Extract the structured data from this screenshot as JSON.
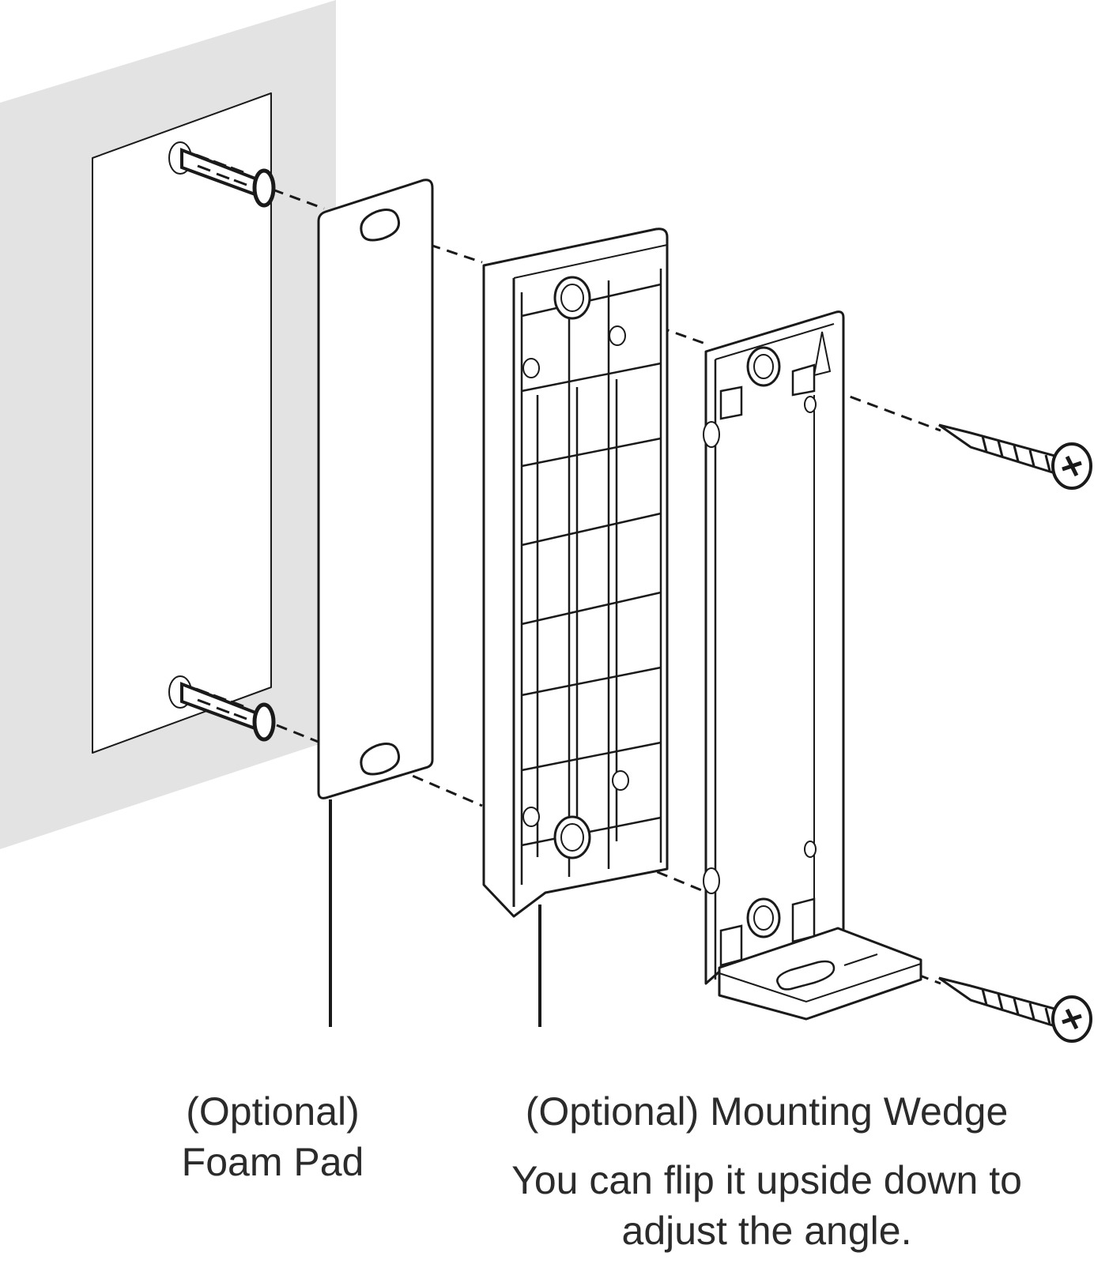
{
  "labels": {
    "foam_pad_line1": "(Optional)",
    "foam_pad_line2": "Foam Pad",
    "wedge": "(Optional) Mounting Wedge",
    "note_line1": "You can flip it upside down to",
    "note_line2": "adjust the angle."
  },
  "colors": {
    "wall": "#e3e3e3",
    "line": "#1a1a1a",
    "text": "#2b2b2b",
    "part_fill": "#ffffff"
  },
  "icons": [
    "wall-anchor-icon",
    "screw-icon"
  ]
}
